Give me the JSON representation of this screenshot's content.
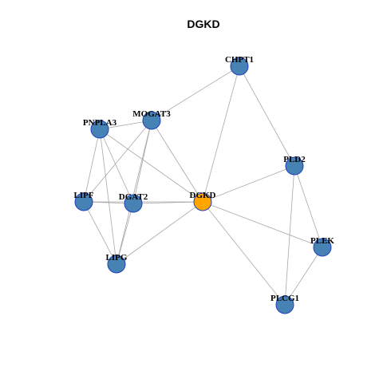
{
  "title": "DGKD",
  "colors": {
    "node_default": "#4682b4",
    "node_focus": "#ffa500",
    "node_border": "#1f3fbf",
    "edge": "#a8a8a8"
  },
  "nodes": [
    {
      "id": "DGKD",
      "label": "DGKD",
      "focus": true
    },
    {
      "id": "CHPT1",
      "label": "CHPT1"
    },
    {
      "id": "MOGAT3",
      "label": "MOGAT3"
    },
    {
      "id": "PNPLA3",
      "label": "PNPLA3"
    },
    {
      "id": "PLD2",
      "label": "PLD2"
    },
    {
      "id": "LIPF",
      "label": "LIPF"
    },
    {
      "id": "DGAT2",
      "label": "DGAT2"
    },
    {
      "id": "PLEK",
      "label": "PLEK"
    },
    {
      "id": "LIPG",
      "label": "LIPG"
    },
    {
      "id": "PLCG1",
      "label": "PLCG1"
    }
  ],
  "edges": [
    [
      "CHPT1",
      "MOGAT3"
    ],
    [
      "CHPT1",
      "DGKD"
    ],
    [
      "CHPT1",
      "PLD2"
    ],
    [
      "MOGAT3",
      "PNPLA3"
    ],
    [
      "MOGAT3",
      "DGKD"
    ],
    [
      "MOGAT3",
      "DGAT2"
    ],
    [
      "MOGAT3",
      "LIPG"
    ],
    [
      "MOGAT3",
      "LIPF"
    ],
    [
      "PNPLA3",
      "DGKD"
    ],
    [
      "PNPLA3",
      "DGAT2"
    ],
    [
      "PNPLA3",
      "LIPF"
    ],
    [
      "PNPLA3",
      "LIPG"
    ],
    [
      "LIPF",
      "DGAT2"
    ],
    [
      "LIPF",
      "DGKD"
    ],
    [
      "LIPF",
      "LIPG"
    ],
    [
      "DGAT2",
      "DGKD"
    ],
    [
      "DGAT2",
      "LIPG"
    ],
    [
      "LIPG",
      "DGKD"
    ],
    [
      "DGKD",
      "PLD2"
    ],
    [
      "DGKD",
      "PLEK"
    ],
    [
      "DGKD",
      "PLCG1"
    ],
    [
      "PLD2",
      "PLEK"
    ],
    [
      "PLD2",
      "PLCG1"
    ],
    [
      "PLEK",
      "PLCG1"
    ]
  ]
}
